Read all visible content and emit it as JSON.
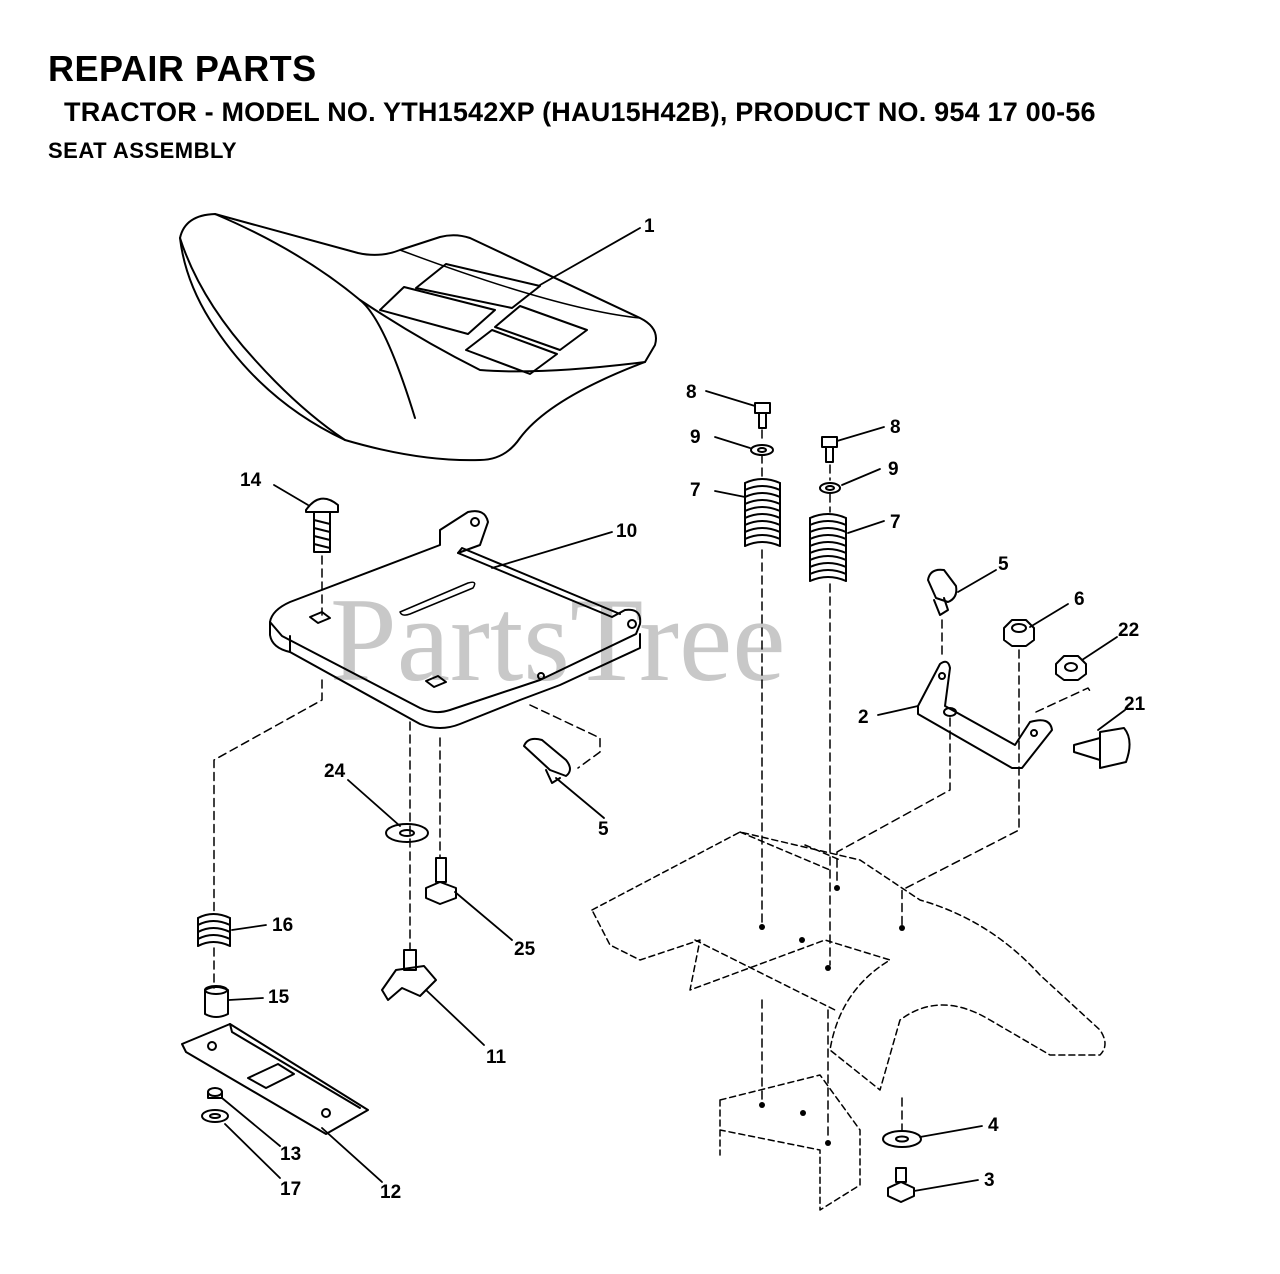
{
  "header": {
    "title": "REPAIR PARTS",
    "subtitle": "TRACTOR - MODEL NO. YTH1542XP (HAU15H42B), PRODUCT NO. 954 17 00-56",
    "section": "SEAT  ASSEMBLY"
  },
  "watermark": "PartsTree",
  "callouts": {
    "c1": "1",
    "c2": "2",
    "c3": "3",
    "c4": "4",
    "c5a": "5",
    "c5b": "5",
    "c6": "6",
    "c7a": "7",
    "c7b": "7",
    "c8a": "8",
    "c8b": "8",
    "c9a": "9",
    "c9b": "9",
    "c10": "10",
    "c11": "11",
    "c12": "12",
    "c13": "13",
    "c14": "14",
    "c15": "15",
    "c16": "16",
    "c17": "17",
    "c21": "21",
    "c22": "22",
    "c24": "24",
    "c25": "25"
  }
}
